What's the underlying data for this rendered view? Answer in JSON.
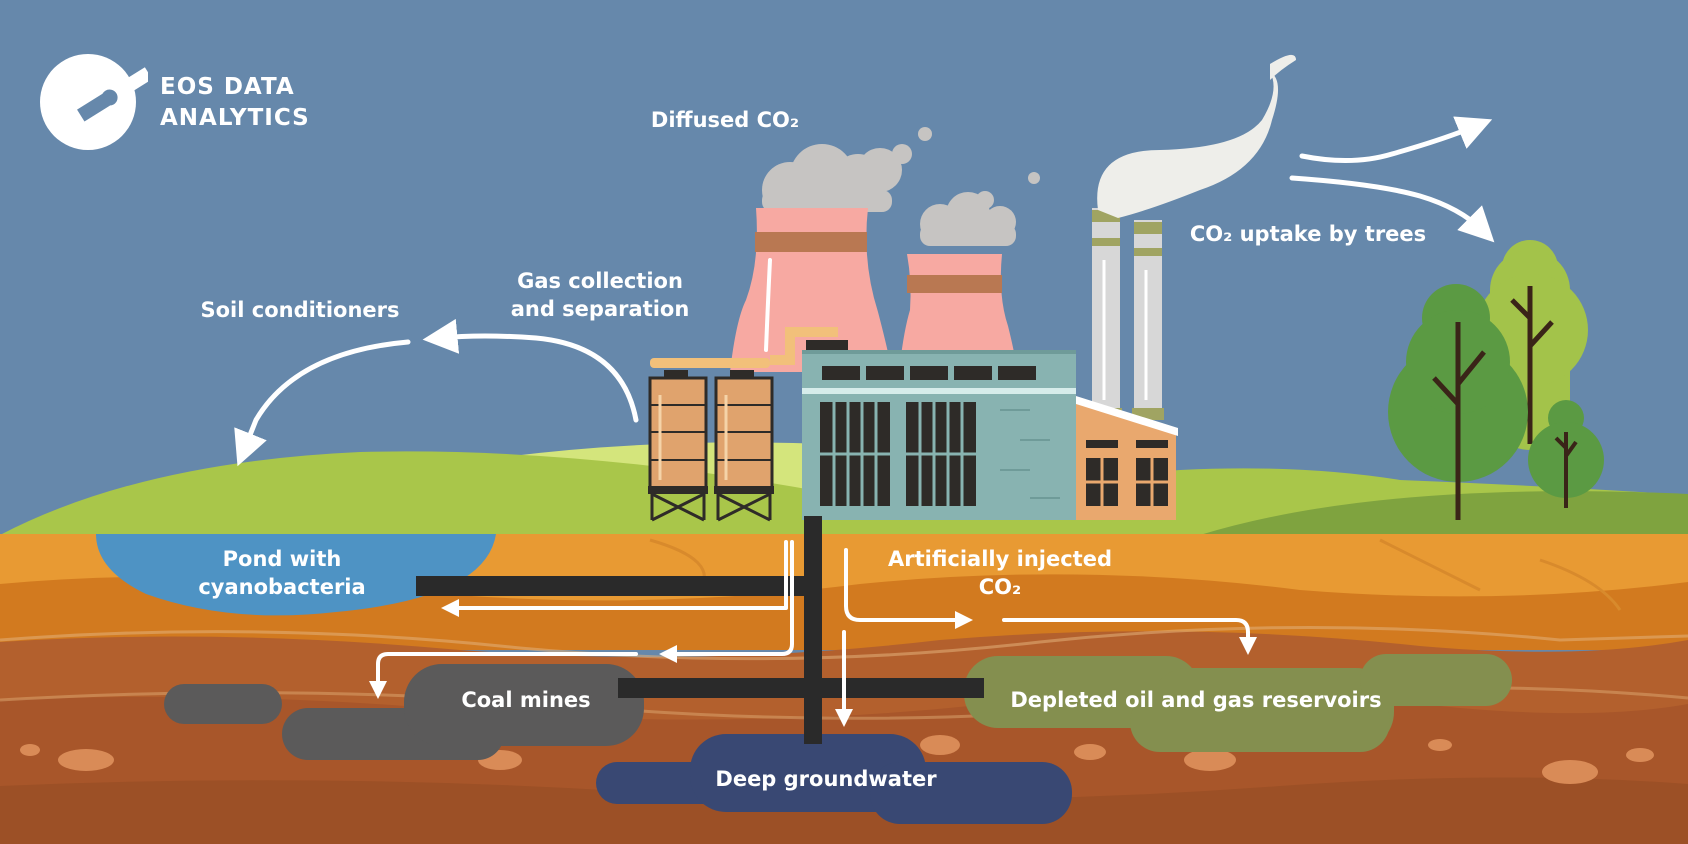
{
  "brand": {
    "line1": "EOS DATA",
    "line2": "ANALYTICS",
    "logo_icon": "satellite-icon"
  },
  "labels": {
    "diffused_co2": "Diffused CO₂",
    "co2_uptake": "CO₂ uptake by trees",
    "gas_collection_line1": "Gas collection",
    "gas_collection_line2": "and separation",
    "soil_conditioners": "Soil conditioners",
    "pond_line1": "Pond with",
    "pond_line2": "cyanobacteria",
    "injected_line1": "Artificially injected",
    "injected_line2": "CO₂",
    "coal_mines": "Coal mines",
    "depleted_reservoirs": "Depleted oil and gas reservoirs",
    "deep_groundwater": "Deep groundwater"
  },
  "colors": {
    "sky": "#6688ab",
    "hill_light": "#d4e57c",
    "hill_mid": "#a9c64a",
    "soil_top": "#e89a33",
    "soil_mid": "#d27a1f",
    "soil_deep": "#b3602d",
    "soil_bottom": "#9c5026",
    "pond": "#4e93c4",
    "coal": "#5b5a5a",
    "reservoir": "#848f4f",
    "groundwater": "#394873",
    "pipe": "#2a2a2a",
    "cooling_tower": "#f7a9a2",
    "tower_stripe": "#b97852",
    "factory": "#88b3b1",
    "annex": "#e9a86e",
    "silo": "#e0a36d",
    "chimney": "#d7d7d7",
    "smoke": "#c6c4c2",
    "tree_dark": "#5b9a43",
    "tree_light": "#a3c34a",
    "trunk": "#3a2418",
    "arrow": "#ffffff"
  }
}
